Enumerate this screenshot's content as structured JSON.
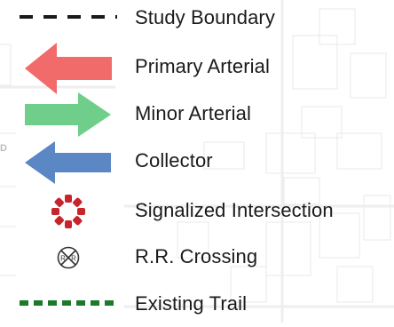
{
  "legend": {
    "items": [
      {
        "label": "Study Boundary",
        "icon": "dashed-line-icon",
        "color": "#1a1a1a"
      },
      {
        "label": "Primary Arterial",
        "icon": "left-arrow-icon",
        "color": "#f26b6b"
      },
      {
        "label": "Minor Arterial",
        "icon": "right-arrow-icon",
        "color": "#6fcf8a"
      },
      {
        "label": "Collector",
        "icon": "left-arrow-icon",
        "color": "#5b87c5"
      },
      {
        "label": "Signalized Intersection",
        "icon": "signal-dots-icon",
        "color": "#c8242b"
      },
      {
        "label": "R.R. Crossing",
        "icon": "railroad-crossing-icon",
        "color": "#333333"
      },
      {
        "label": "Existing Trail",
        "icon": "dotted-line-icon",
        "color": "#1a7a2a"
      }
    ]
  },
  "basemap": {
    "edge_letter": "D"
  }
}
